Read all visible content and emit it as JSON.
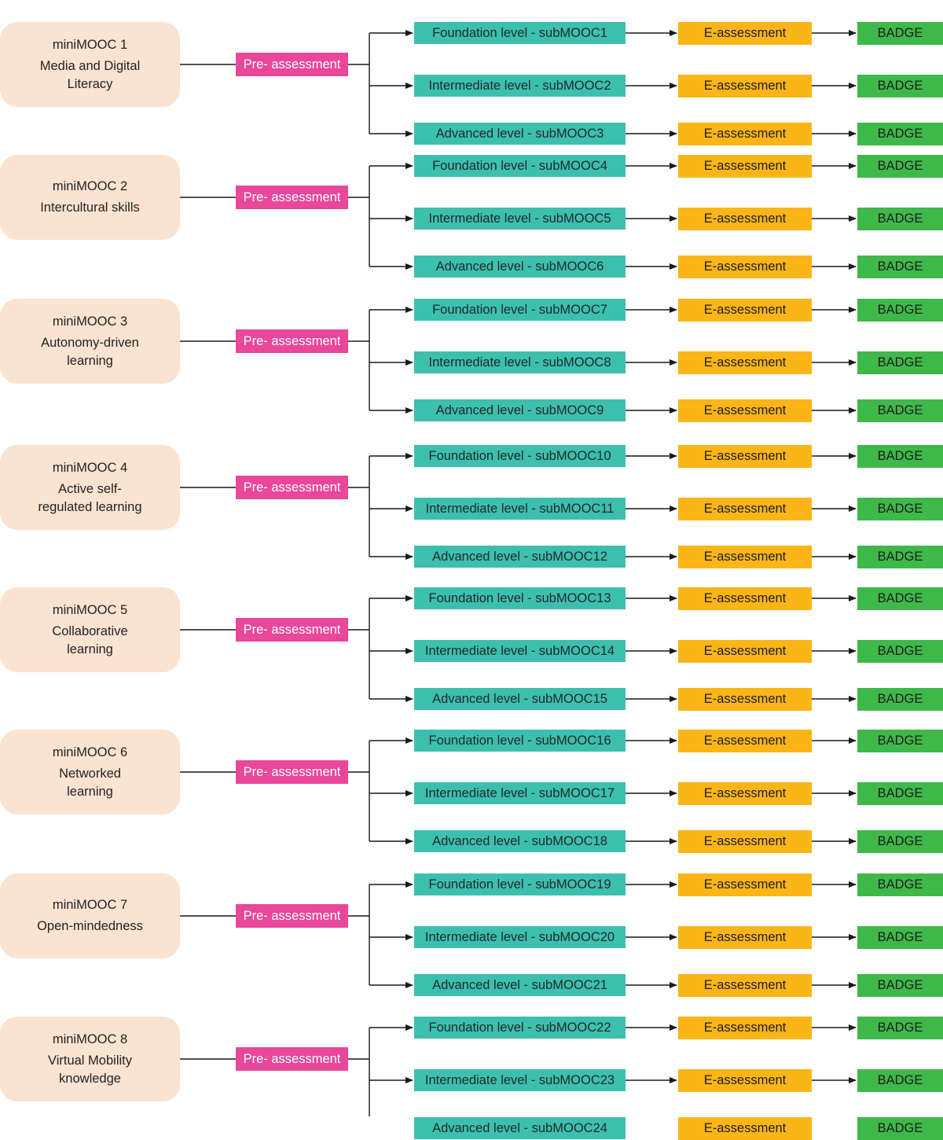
{
  "colors": {
    "minimooc_fill": "#fbe3d2",
    "pre_assessment_fill": "#e94799",
    "level_fill": "#3dbfae",
    "e_assessment_fill": "#fbb517",
    "badge_fill": "#3fb84a",
    "connector": "#1a1a1a"
  },
  "labels": {
    "pre_assessment": "Pre- assessment",
    "e_assessment": "E-assessment",
    "badge": "BADGE"
  },
  "minimoocs": [
    {
      "title": "miniMOOC 1",
      "subtitle": "Media and Digital\nLiteracy",
      "levels": [
        "Foundation level - subMOOC1",
        "Intermediate level - subMOOC2",
        "Advanced level - subMOOC3"
      ]
    },
    {
      "title": "miniMOOC 2",
      "subtitle": "Intercultural skills",
      "levels": [
        "Foundation level - subMOOC4",
        "Intermediate level - subMOOC5",
        "Advanced level - subMOOC6"
      ]
    },
    {
      "title": "miniMOOC 3",
      "subtitle": "Autonomy-driven\nlearning",
      "levels": [
        "Foundation level - subMOOC7",
        "Intermediate level - subMOOC8",
        "Advanced level - subMOOC9"
      ]
    },
    {
      "title": "miniMOOC 4",
      "subtitle": "Active self-\nregulated learning",
      "levels": [
        "Foundation level - subMOOC10",
        "Intermediate level - subMOOC11",
        "Advanced level - subMOOC12"
      ]
    },
    {
      "title": "miniMOOC 5",
      "subtitle": "Collaborative\nlearning",
      "levels": [
        "Foundation level - subMOOC13",
        "Intermediate level - subMOOC14",
        "Advanced level - subMOOC15"
      ]
    },
    {
      "title": "miniMOOC 6",
      "subtitle": "Networked\nlearning",
      "levels": [
        "Foundation level - subMOOC16",
        "Intermediate level - subMOOC17",
        "Advanced level - subMOOC18"
      ]
    },
    {
      "title": "miniMOOC 7",
      "subtitle": "Open-mindedness",
      "levels": [
        "Foundation level - subMOOC19",
        "Intermediate level - subMOOC20",
        "Advanced level - subMOOC21"
      ]
    },
    {
      "title": "miniMOOC 8",
      "subtitle": "Virtual Mobility\nknowledge",
      "levels": [
        "Foundation level - subMOOC22",
        "Intermediate level - subMOOC23",
        "Advanced level - subMOOC24"
      ]
    }
  ]
}
